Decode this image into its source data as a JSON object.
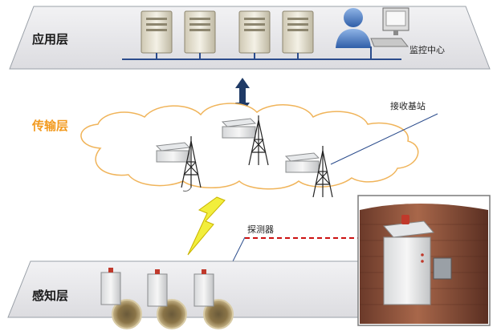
{
  "layers": {
    "application": {
      "label": "应用层",
      "color": "#1a1a1a"
    },
    "transport": {
      "label": "传输层",
      "color": "#f29a1f"
    },
    "sensing": {
      "label": "感知层",
      "color": "#1a1a1a"
    }
  },
  "callouts": {
    "monitoring_center": "监控中心",
    "base_station": "接收基站",
    "detector": "探测器"
  },
  "colors": {
    "panel_fill": "#e9e9ec",
    "cloud_stroke": "#f0b45a",
    "arrow": "#1f3a66",
    "dashed_link": "#cc1111",
    "bus_line": "#2b4c8c"
  }
}
